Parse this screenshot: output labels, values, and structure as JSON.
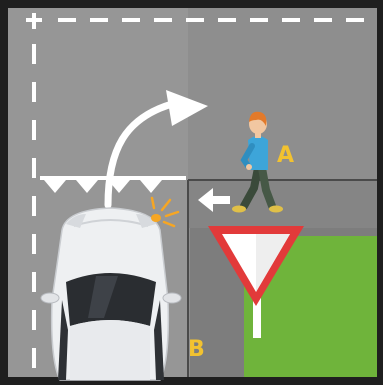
{
  "labels": {
    "a": "A",
    "b": "B"
  },
  "colors": {
    "frame": "#1f1f1f",
    "road": "#8e8e8e",
    "road_light": "#a3a3a3",
    "lane_marking": "#ffffff",
    "grass": "#6fb43b",
    "label": "#f2c230",
    "yield_sign": "#e23a3a",
    "pedestrian_shirt": "#3da5d9",
    "pedestrian_hair": "#e27a2b"
  },
  "icons": {
    "turn_arrow": "curved-right-turn-arrow",
    "pedestrian_direction": "left-arrow",
    "sign": "yield-sign",
    "vehicle": "car-top-view",
    "signal": "right-turn-signal-flash"
  }
}
